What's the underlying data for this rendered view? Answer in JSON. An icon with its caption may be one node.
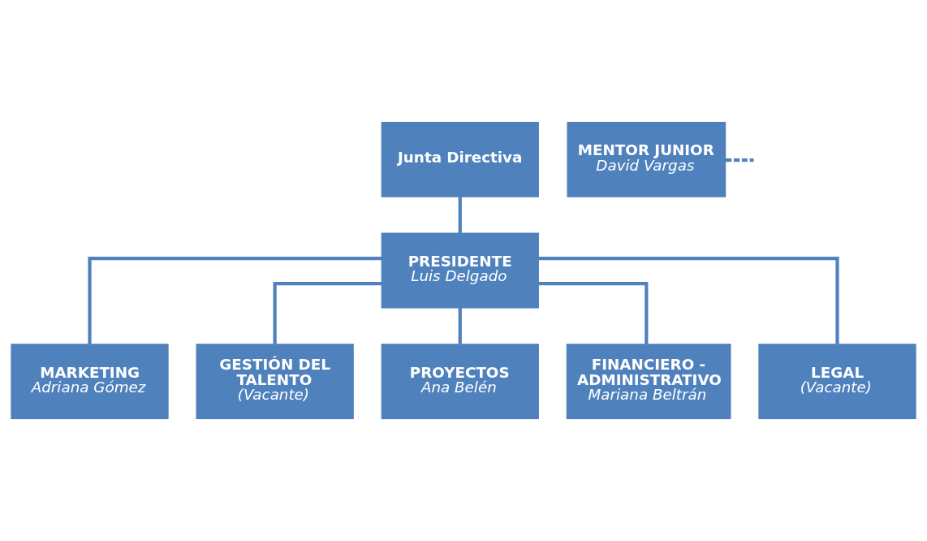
{
  "diagram": {
    "nodes": [
      {
        "text": [
          "Junta Directiva"
        ]
      },
      {
        "text": [
          "MENTOR JUNIOR",
          "David Vargas"
        ]
      },
      {
        "text": [
          "PRESIDENTE",
          "Luis Delgado"
        ]
      },
      {
        "text": [
          "MARKETING",
          "Adriana Gómez"
        ]
      },
      {
        "text": [
          "GESTIÓN DEL TALENTO",
          "(Vacante)"
        ]
      },
      {
        "text": [
          "PROYECTOS",
          "Ana Belén"
        ]
      },
      {
        "text": [
          "FINANCIERO - ADMINISTRATIVO",
          "Mariana Beltrán"
        ]
      },
      {
        "text": [
          "LEGAL",
          "(Vacante)"
        ]
      }
    ],
    "edges": [
      {
        "from": 0,
        "to": 2,
        "arrow": "none"
      },
      {
        "from": 1,
        "to": null,
        "arrow": "none",
        "style": "dashed"
      },
      {
        "from": 2,
        "to": 3,
        "arrow": "none"
      },
      {
        "from": 2,
        "to": 4,
        "arrow": "none"
      },
      {
        "from": 2,
        "to": 5,
        "arrow": "none"
      },
      {
        "from": 2,
        "to": 6,
        "arrow": "none"
      },
      {
        "from": 2,
        "to": 7,
        "arrow": "none"
      }
    ]
  }
}
